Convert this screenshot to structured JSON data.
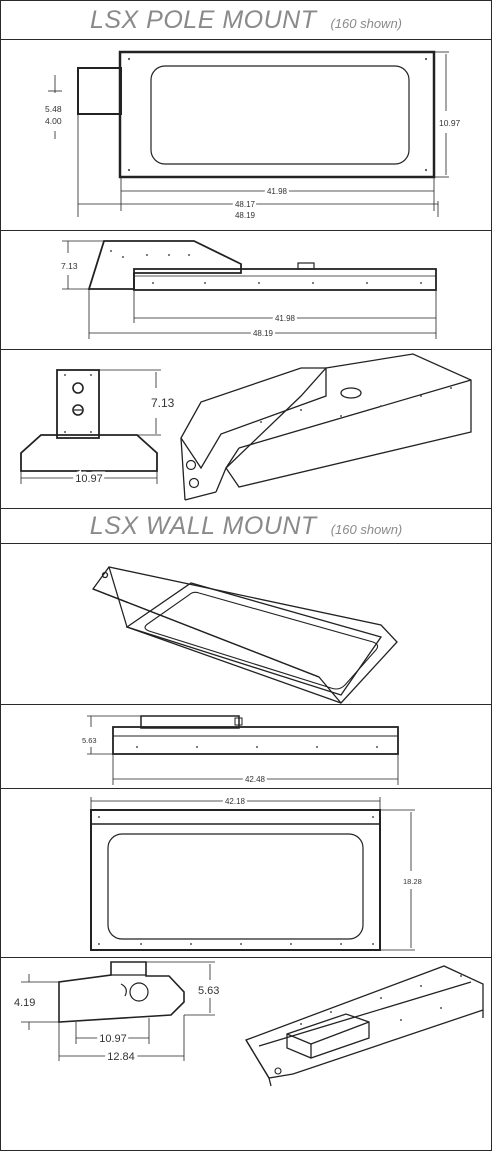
{
  "pole_header": {
    "title": "LSX POLE MOUNT",
    "note": "(160 shown)"
  },
  "wall_header": {
    "title": "LSX WALL MOUNT",
    "note": "(160 shown)"
  },
  "pole_top_view": {
    "arm_height_a": "5.48",
    "arm_height_b": "4.00",
    "width": "10.97",
    "housing_length": "41.98",
    "overall_length_a": "48.17",
    "overall_length_b": "48.19"
  },
  "pole_side_view": {
    "height": "7.13",
    "housing_length": "41.98",
    "overall_length": "48.19"
  },
  "pole_end_view": {
    "height": "7.13",
    "width": "10.97"
  },
  "wall_side_view": {
    "height": "5.63",
    "length": "42.48"
  },
  "wall_top_view": {
    "length": "42.18",
    "depth": "18.28"
  },
  "wall_end_view": {
    "height_a": "4.19",
    "height_b": "5.63",
    "width_a": "10.97",
    "width_b": "12.84"
  }
}
